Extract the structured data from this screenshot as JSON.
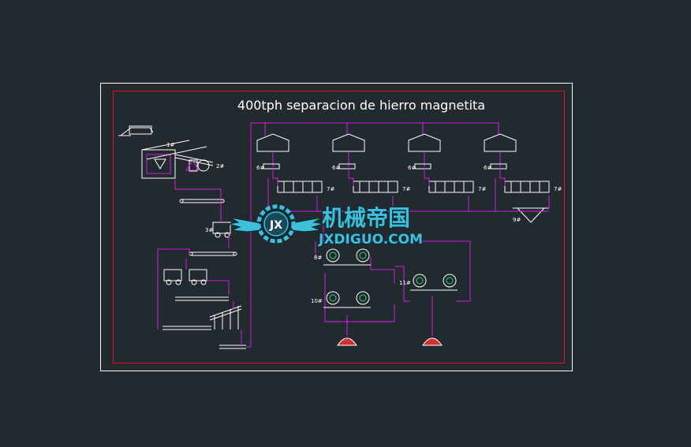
{
  "drawing": {
    "title": "400tph separacion de hierro magnetita",
    "colors": {
      "background": "#222a30",
      "sheet_border": "#ffffff",
      "frame": "#e0102a",
      "flow_line": "#d21ee0",
      "equipment": "#ffffff",
      "accent_green": "#2bd46a",
      "accent_red": "#d03030"
    },
    "labels": {
      "n1": "1#",
      "n2": "2#",
      "n3": "3#",
      "n6": "6#",
      "n7": "7#",
      "n8": "8#",
      "n9": "9#",
      "n10": "10#",
      "n11": "11#"
    }
  },
  "watermark": {
    "badge": "JX",
    "chinese": "机械帝国",
    "url": "JXDIGUO.COM",
    "colors": {
      "cn": "#3ec0d8",
      "en": "#3ec0d8",
      "outline": "#0b2a36"
    }
  }
}
